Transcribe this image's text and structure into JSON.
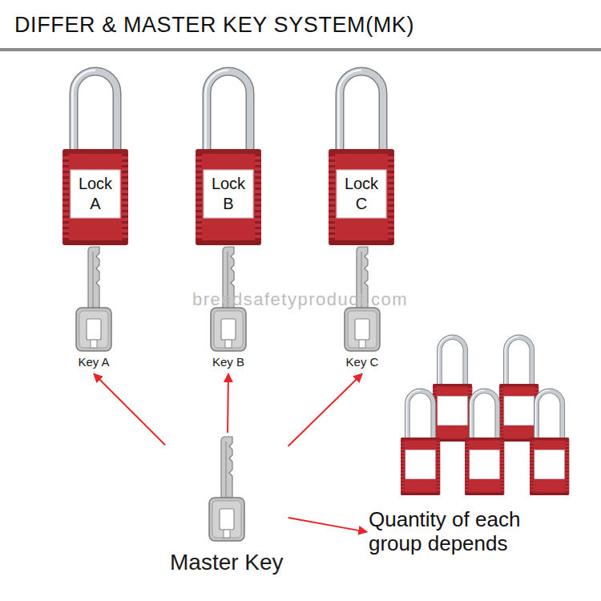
{
  "diagram": {
    "title": "DIFFER & MASTER KEY SYSTEM(MK)",
    "nodes": [
      {
        "text": [
          "Lock A"
        ]
      },
      {
        "text": [
          "Lock B"
        ]
      },
      {
        "text": [
          "Lock C"
        ]
      },
      {
        "text": [
          "Key A"
        ]
      },
      {
        "text": [
          "Key B"
        ]
      },
      {
        "text": [
          "Key C"
        ]
      },
      {
        "text": [
          "Master Key"
        ]
      },
      {
        "text": [
          "Quantity of each group depends"
        ]
      }
    ],
    "edges": [
      {
        "from": 6,
        "to": 3,
        "arrow": "to"
      },
      {
        "from": 6,
        "to": 4,
        "arrow": "to"
      },
      {
        "from": 6,
        "to": 5,
        "arrow": "to"
      },
      {
        "from": 6,
        "to": 7,
        "arrow": "to"
      }
    ],
    "labels": [
      "breedsafetyproduct.com"
    ]
  }
}
